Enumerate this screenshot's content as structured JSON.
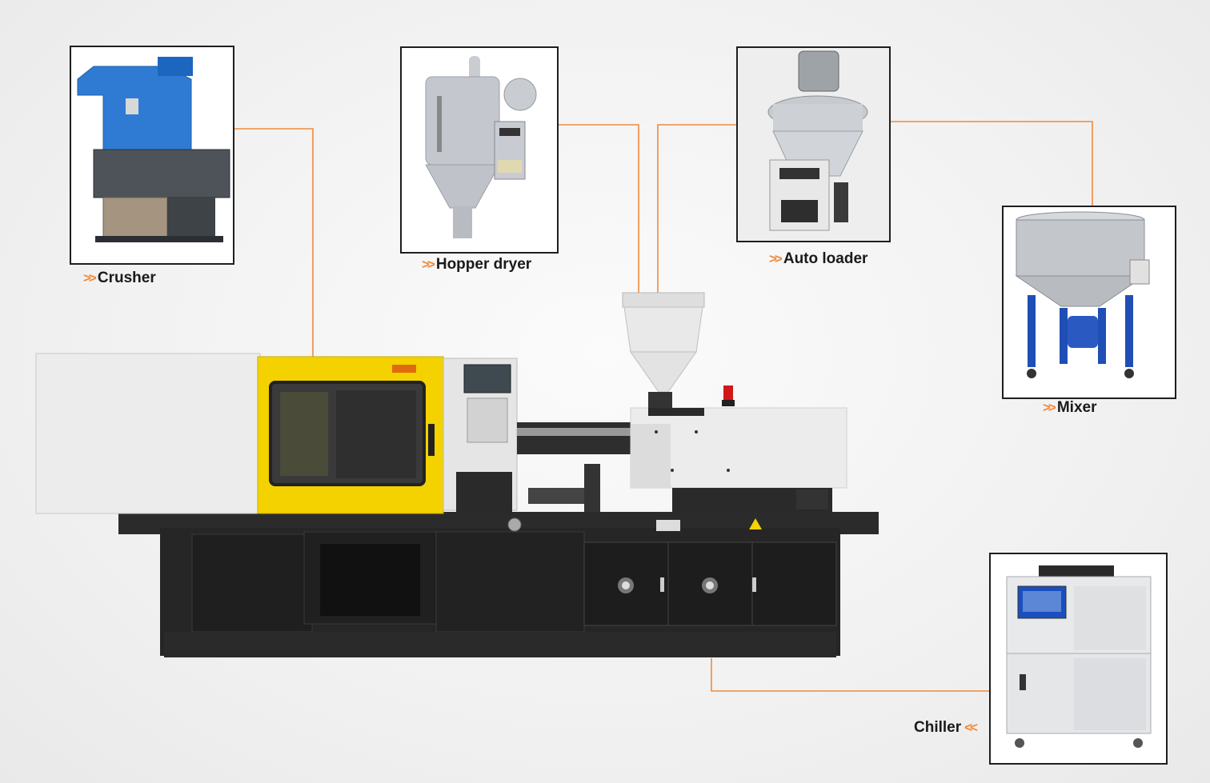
{
  "diagram": {
    "components": [
      {
        "id": "crusher",
        "label": "Crusher",
        "icon": "crusher-image"
      },
      {
        "id": "hopper_dryer",
        "label": "Hopper dryer",
        "icon": "hopper-dryer-image"
      },
      {
        "id": "auto_loader",
        "label": "Auto loader",
        "icon": "auto-loader-image"
      },
      {
        "id": "mixer",
        "label": "Mixer",
        "icon": "mixer-image"
      },
      {
        "id": "chiller",
        "label": "Chiller",
        "icon": "chiller-image"
      }
    ],
    "center": {
      "id": "injection_machine",
      "icon": "injection-molding-machine-image"
    },
    "colors": {
      "connector": "#f08a3c",
      "frame": "#1e1e1e",
      "machine_yellow": "#f5d200",
      "machine_body": "#ececec",
      "machine_base": "#2a2a2a"
    }
  }
}
